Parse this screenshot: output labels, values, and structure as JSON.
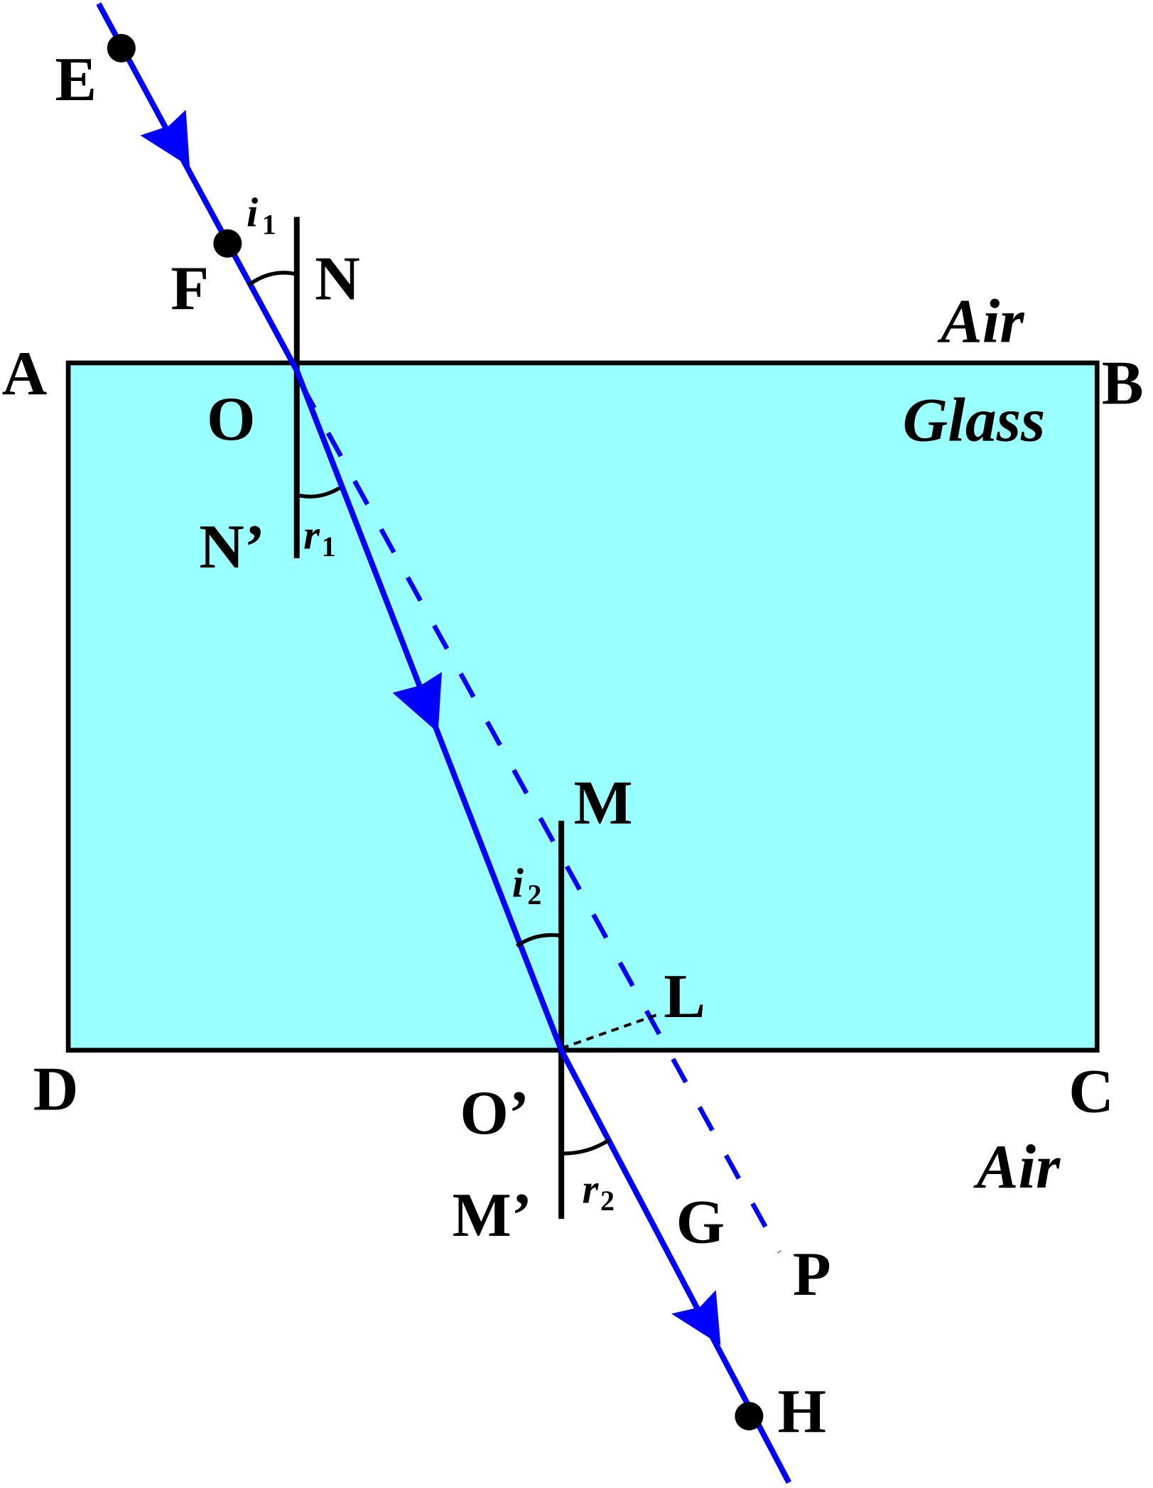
{
  "colors": {
    "glass": "#99ffff",
    "ray": "#0000ff",
    "outline": "#000000"
  },
  "points": {
    "E": "E",
    "F": "F",
    "N": "N",
    "A": "A",
    "B": "B",
    "O": "O",
    "N_prime": "N’",
    "M": "M",
    "L": "L",
    "D": "D",
    "C": "C",
    "O_prime": "O’",
    "M_prime": "M’",
    "G": "G",
    "P": "P",
    "H": "H"
  },
  "media": {
    "air_top": "Air",
    "glass": "Glass",
    "air_bottom": "Air"
  },
  "angles": {
    "i1": {
      "sym": "i",
      "sub": "1"
    },
    "r1": {
      "sym": "r",
      "sub": "1"
    },
    "i2": {
      "sym": "i",
      "sub": "2"
    },
    "r2": {
      "sym": "r",
      "sub": "2"
    }
  }
}
